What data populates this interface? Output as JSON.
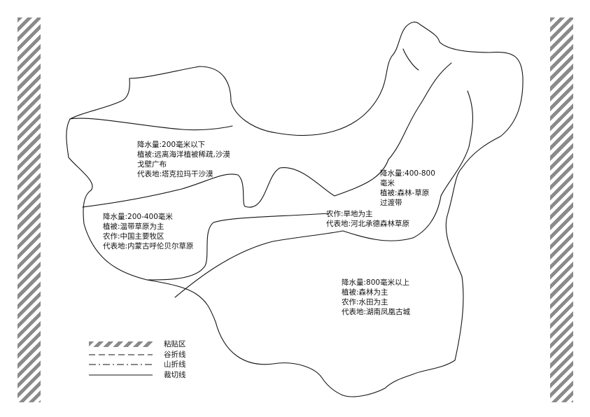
{
  "regions": {
    "arid": {
      "line1": "降水量:200毫米以下",
      "line2": "植被:远离海洋植被稀疏,沙漠",
      "line3": "戈壁广布",
      "line4": "代表地:塔克拉玛干沙漠"
    },
    "semi_arid": {
      "line1": "降水量:200-400毫米",
      "line2": "植被:温带草原为主",
      "line3": "农作:中国主要牧区",
      "line4": "代表地:内蒙古呼伦贝尔草原"
    },
    "semi_humid": {
      "line1": "降水量:400-800",
      "line2": "毫米",
      "line3": "植被:森林-草原",
      "line4": "过渡带"
    },
    "semi_humid_extra": {
      "line1": "农作:旱地为主",
      "line2": "代表地:河北承德森林草原"
    },
    "humid": {
      "line1": "降水量:800毫米以上",
      "line2": "植被:森林为主",
      "line3": "农作:水田为主",
      "line4": "代表地:湖南凤凰古城"
    }
  },
  "legend": {
    "paste_area": "粘贴区",
    "valley_fold": "谷折线",
    "mountain_fold": "山折线",
    "cut_line": "裁切线"
  }
}
